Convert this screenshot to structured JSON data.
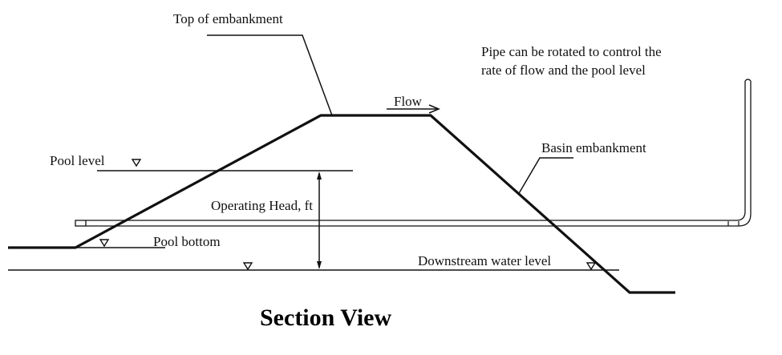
{
  "diagram": {
    "title": "Section View",
    "labels": {
      "top_of_embankment": "Top of embankment",
      "flow": "Flow",
      "pipe_note_line1": "Pipe can be rotated to control the",
      "pipe_note_line2": "rate of flow and the pool level",
      "basin_embankment": "Basin embankment",
      "pool_level": "Pool level",
      "operating_head": "Operating Head, ft",
      "pool_bottom": "Pool bottom",
      "downstream_water_level": "Downstream water level"
    },
    "symbols": {
      "water_level_marker": "inverted-triangle"
    },
    "colors": {
      "line": "#111111",
      "background": "#ffffff"
    }
  }
}
